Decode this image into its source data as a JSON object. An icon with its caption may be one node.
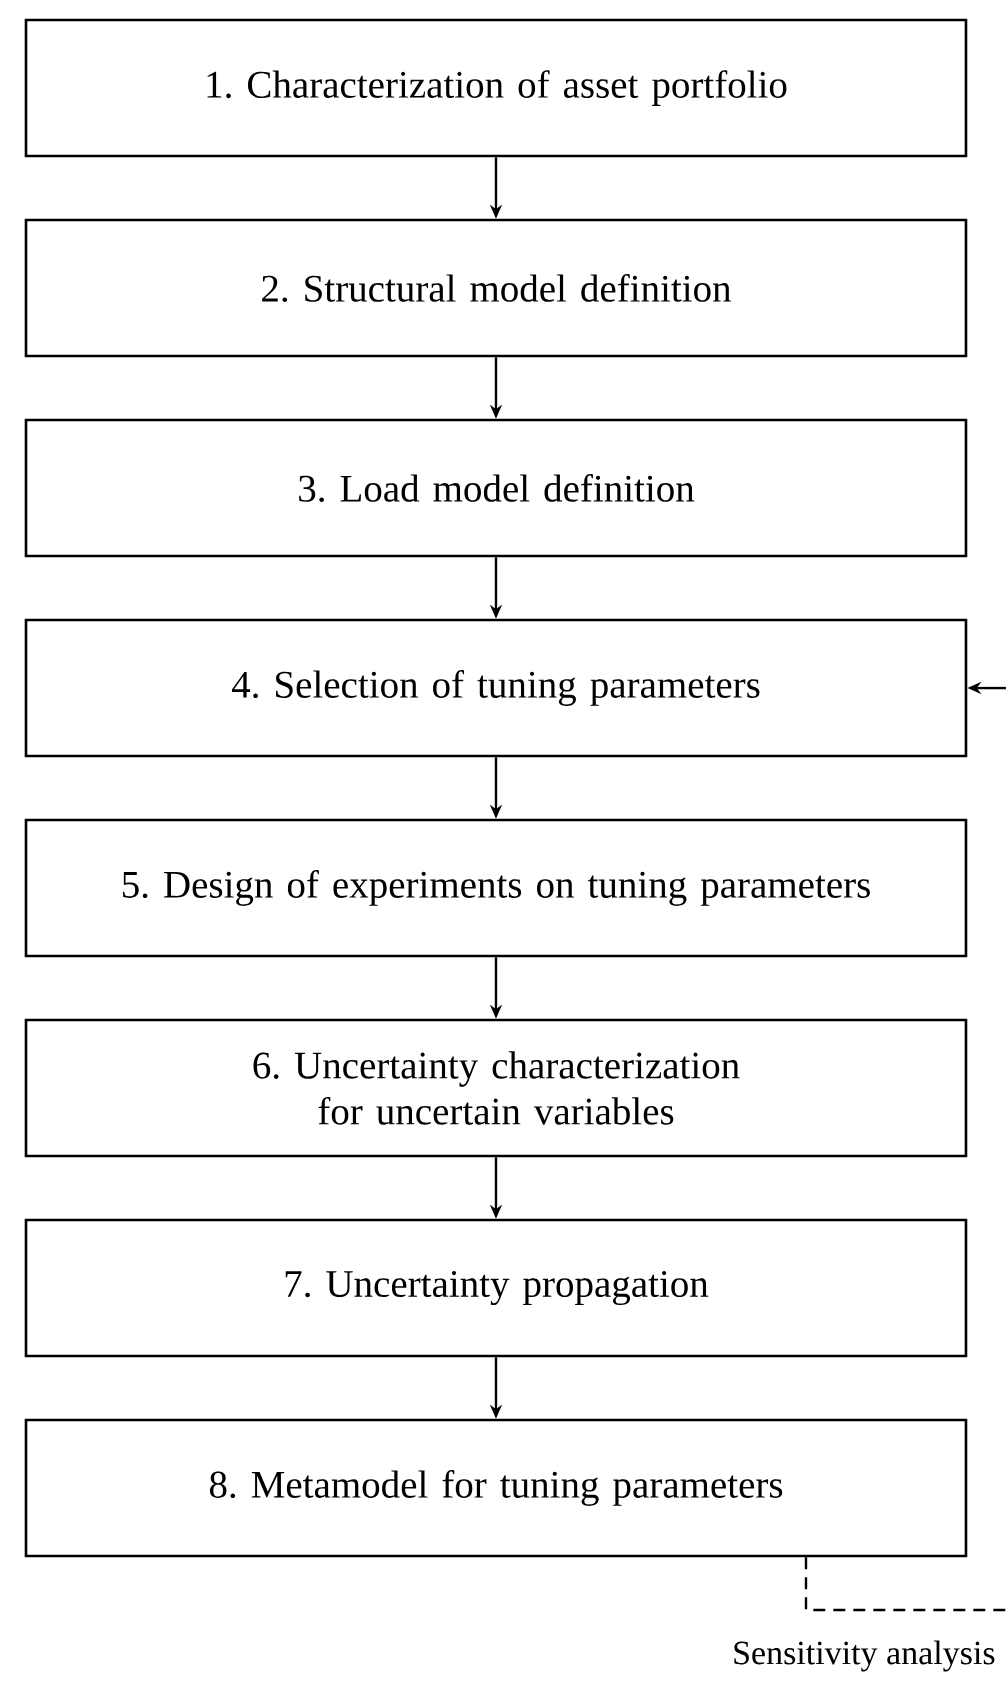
{
  "diagram": {
    "nodes": [
      {
        "text": [
          "1. Characterization of asset portfolio"
        ]
      },
      {
        "text": [
          "2. Structural model definition"
        ]
      },
      {
        "text": [
          "3. Load model definition"
        ]
      },
      {
        "text": [
          "4. Selection of tuning parameters"
        ]
      },
      {
        "text": [
          "5. Design of experiments on tuning parameters"
        ]
      },
      {
        "text": [
          "6. Uncertainty characterization for uncertain variables"
        ]
      },
      {
        "text": [
          "7. Uncertainty propagation"
        ]
      },
      {
        "text": [
          "8. Metamodel for tuning parameters"
        ]
      }
    ],
    "edges": [
      {
        "from": 0,
        "to": 1,
        "arrow": "to"
      },
      {
        "from": 1,
        "to": 2,
        "arrow": "to"
      },
      {
        "from": 2,
        "to": 3,
        "arrow": "to"
      },
      {
        "from": 3,
        "to": 4,
        "arrow": "to"
      },
      {
        "from": 4,
        "to": 5,
        "arrow": "to"
      },
      {
        "from": 5,
        "to": 6,
        "arrow": "to"
      },
      {
        "from": 6,
        "to": 7,
        "arrow": "to"
      },
      {
        "from": 7,
        "to": null,
        "arrow": "none",
        "style": "dashed",
        "label": "Sensitivity analysis"
      },
      {
        "from": null,
        "to": 3,
        "arrow": "to"
      }
    ]
  }
}
